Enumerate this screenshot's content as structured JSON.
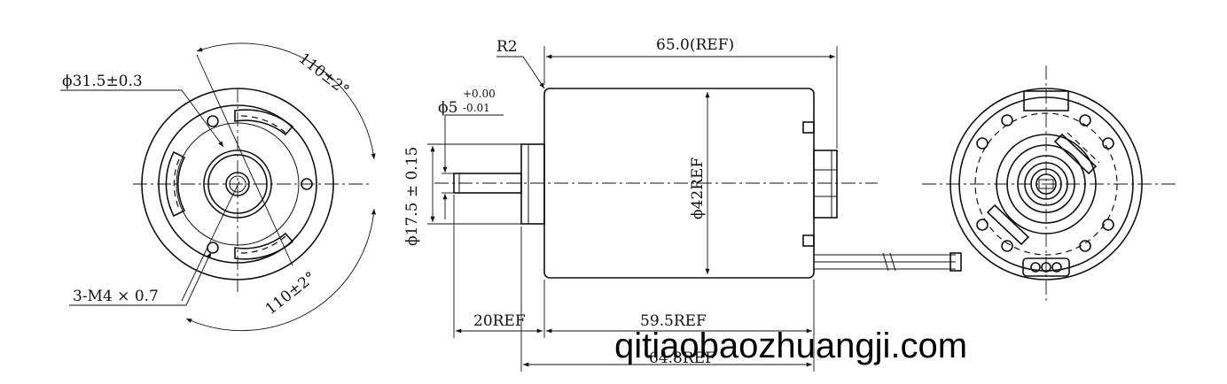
{
  "labels": {
    "front_bore_dia": "ϕ31.5±0.3",
    "angle_top": "110±2°",
    "angle_bottom": "110±2°",
    "screw_holes": "3-M4 × 0.7",
    "corner_radius": "R2",
    "total_length": "65.0(REF)",
    "shaft_dia_base": "ϕ5",
    "shaft_tol_upper": "+0.00",
    "shaft_tol_lower": "-0.01",
    "boss_dia": "ϕ17.5 ± 0.15",
    "body_dia": "ϕ42REF",
    "shaft_length": "20REF",
    "body_length": "59.5REF",
    "overall_length": "64.8REF"
  },
  "watermark": "qitiaobaozhuangji.com"
}
